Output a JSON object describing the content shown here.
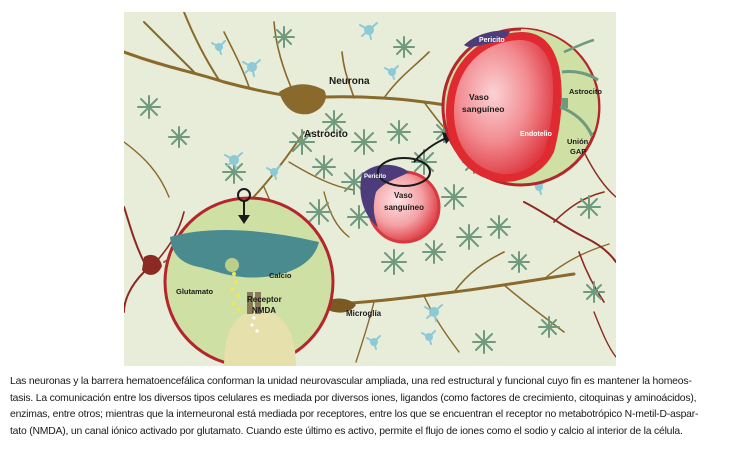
{
  "labels": {
    "neurona": "Neurona",
    "astrocito_main": "Astrocito",
    "pericito_small": "Pericito",
    "vaso_small_line1": "Vaso",
    "vaso_small_line2": "sanguíneo",
    "pericito_zoom": "Pericito",
    "vaso_zoom_line1": "Vaso",
    "vaso_zoom_line2": "sanguíneo",
    "astrocito_zoom": "Astrocito",
    "endotelio": "Endotelio",
    "union_line1": "Unión",
    "union_line2": "GAP",
    "glutamato": "Glutamato",
    "calcio": "Calcio",
    "receptor_line1": "Receptor",
    "receptor_line2": "NMDA",
    "microglia": "Microglía"
  },
  "caption_lines": [
    "Las neuronas y la barrera hematoencefálica conforman la unidad neurovascular ampliada, una red estructural y funcional cuyo fin es mantener la homeos-",
    "tasis. La comunicación entre los diversos tipos celulares es mediada por diversos iones, ligandos (como factores de crecimiento, citoquinas y aminoácidos),",
    "enzimas, entre otros; mientras que la interneuronal está mediada por receptores, entre los que se encuentran el receptor no metabotrópico N-metil-D-aspar-",
    "tato (NMDA), un canal iónico activado por glutamato. Cuando este último es activo, permite el flujo de iones como el sodio y calcio al interior de la célula."
  ],
  "colors": {
    "background": "#e8edd9",
    "neuron": "#8a6a2c",
    "neuron_red": "#8a2a22",
    "astrocyte": "#6f9a7e",
    "microglia": "#8ec9d6",
    "vessel": "#e2383e",
    "zoom_border": "#b3262c",
    "pericyte": "#4c3d7a"
  }
}
